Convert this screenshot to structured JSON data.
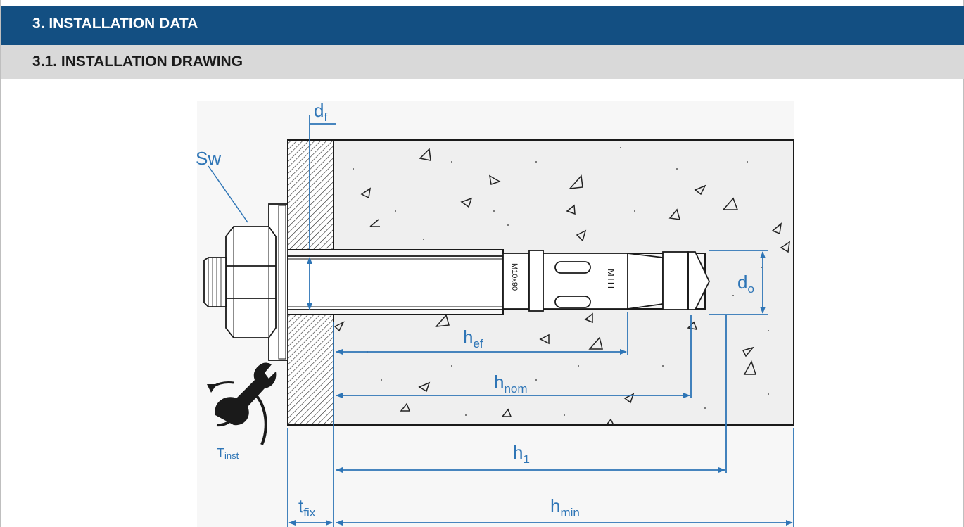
{
  "section": {
    "title": "3. INSTALLATION DATA"
  },
  "subsection": {
    "title": "3.1. INSTALLATION DRAWING"
  },
  "drawing": {
    "labels": {
      "df": "d",
      "df_sub": "f",
      "sw": "Sw",
      "do": "d",
      "do_sub": "o",
      "hef": "h",
      "hef_sub": "ef",
      "hnom": "h",
      "hnom_sub": "nom",
      "h1": "h",
      "h1_sub": "1",
      "hmin": "h",
      "hmin_sub": "min",
      "tfix": "t",
      "tfix_sub": "fix",
      "tinst": "T",
      "tinst_sub": "inst",
      "bolt_marking_1": "M10x90",
      "bolt_marking_2": "MTH"
    },
    "colors": {
      "dimension": "#2e75b6",
      "concrete": "#f2f2f2",
      "outline": "#1a1a1a",
      "header": "#134f82",
      "subheader": "#d9d9d9"
    }
  }
}
